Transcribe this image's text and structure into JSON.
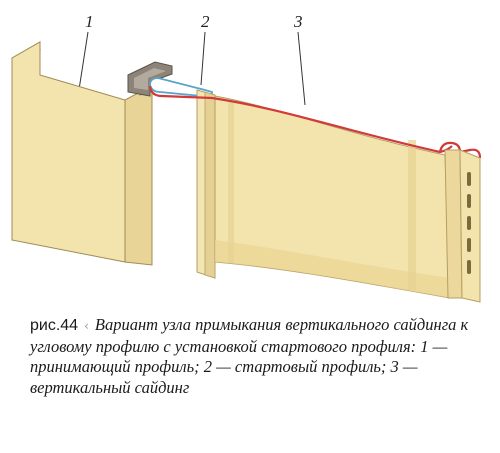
{
  "callouts": {
    "one": "1",
    "two": "2",
    "three": "3"
  },
  "caption": {
    "figure_number": "рис.44",
    "mark": "‹",
    "text": "Вариант узла примыкания вертикального сайдинга к угловому профилю с установкой стартового профиля: 1 — принимающий профиль; 2 — стартовый профиль; 3 — вертикальный сайдинг"
  },
  "colors": {
    "siding_cream": "#f3e3ad",
    "siding_shadow": "#e0cd8f",
    "edge_red": "#d23a3a",
    "starter_blue": "#5aa3c9",
    "profile_gray": "#8c8478"
  }
}
